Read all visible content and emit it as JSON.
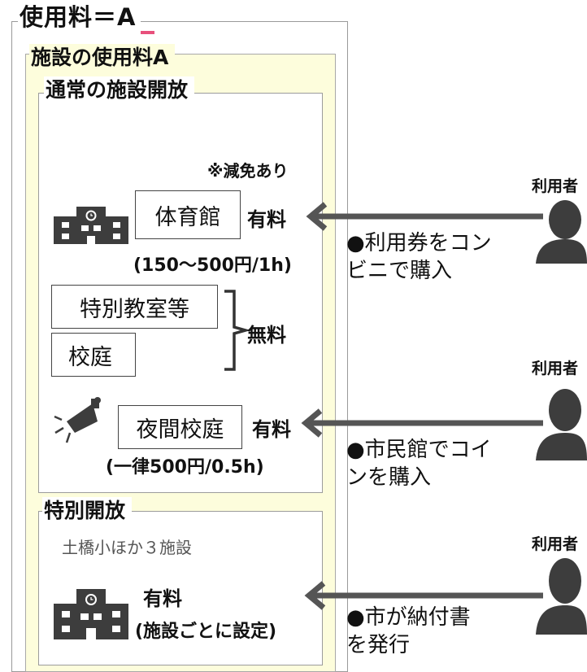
{
  "header": {
    "title": "使用料＝A"
  },
  "panel_a": {
    "title": "施設の使用料A"
  },
  "regular": {
    "title": "通常の施設開放",
    "reduction_note": "※減免あり",
    "gym": {
      "label": "体育館",
      "fee": "有料",
      "price": "(150～500円/1h)"
    },
    "special_classroom": {
      "label": "特別教室等"
    },
    "schoolyard": {
      "label": "校庭"
    },
    "free_label": "無料",
    "night_schoolyard": {
      "label": "夜間校庭",
      "fee": "有料",
      "price": "(一律500円/0.5h)"
    }
  },
  "special": {
    "title": "特別開放",
    "subtitle": "土橋小ほか３施設",
    "fee": "有料",
    "price": "(施設ごとに設定)"
  },
  "users": [
    {
      "label": "利用者",
      "method_line1": "●利用券をコン",
      "method_line2": "ビニで購入"
    },
    {
      "label": "利用者",
      "method_line1": "●市民館でコイ",
      "method_line2": "ンを購入"
    },
    {
      "label": "利用者",
      "method_line1": "●市が納付書",
      "method_line2": "を発行"
    }
  ],
  "icons": {
    "building": "school-building-icon",
    "night_light": "floodlight-icon",
    "user": "person-icon",
    "arrow": "arrow-left-icon"
  },
  "colors": {
    "accent_underline": "#e8507c",
    "panel_fill": "#fdfddc",
    "icon": "#3d3d3d"
  }
}
